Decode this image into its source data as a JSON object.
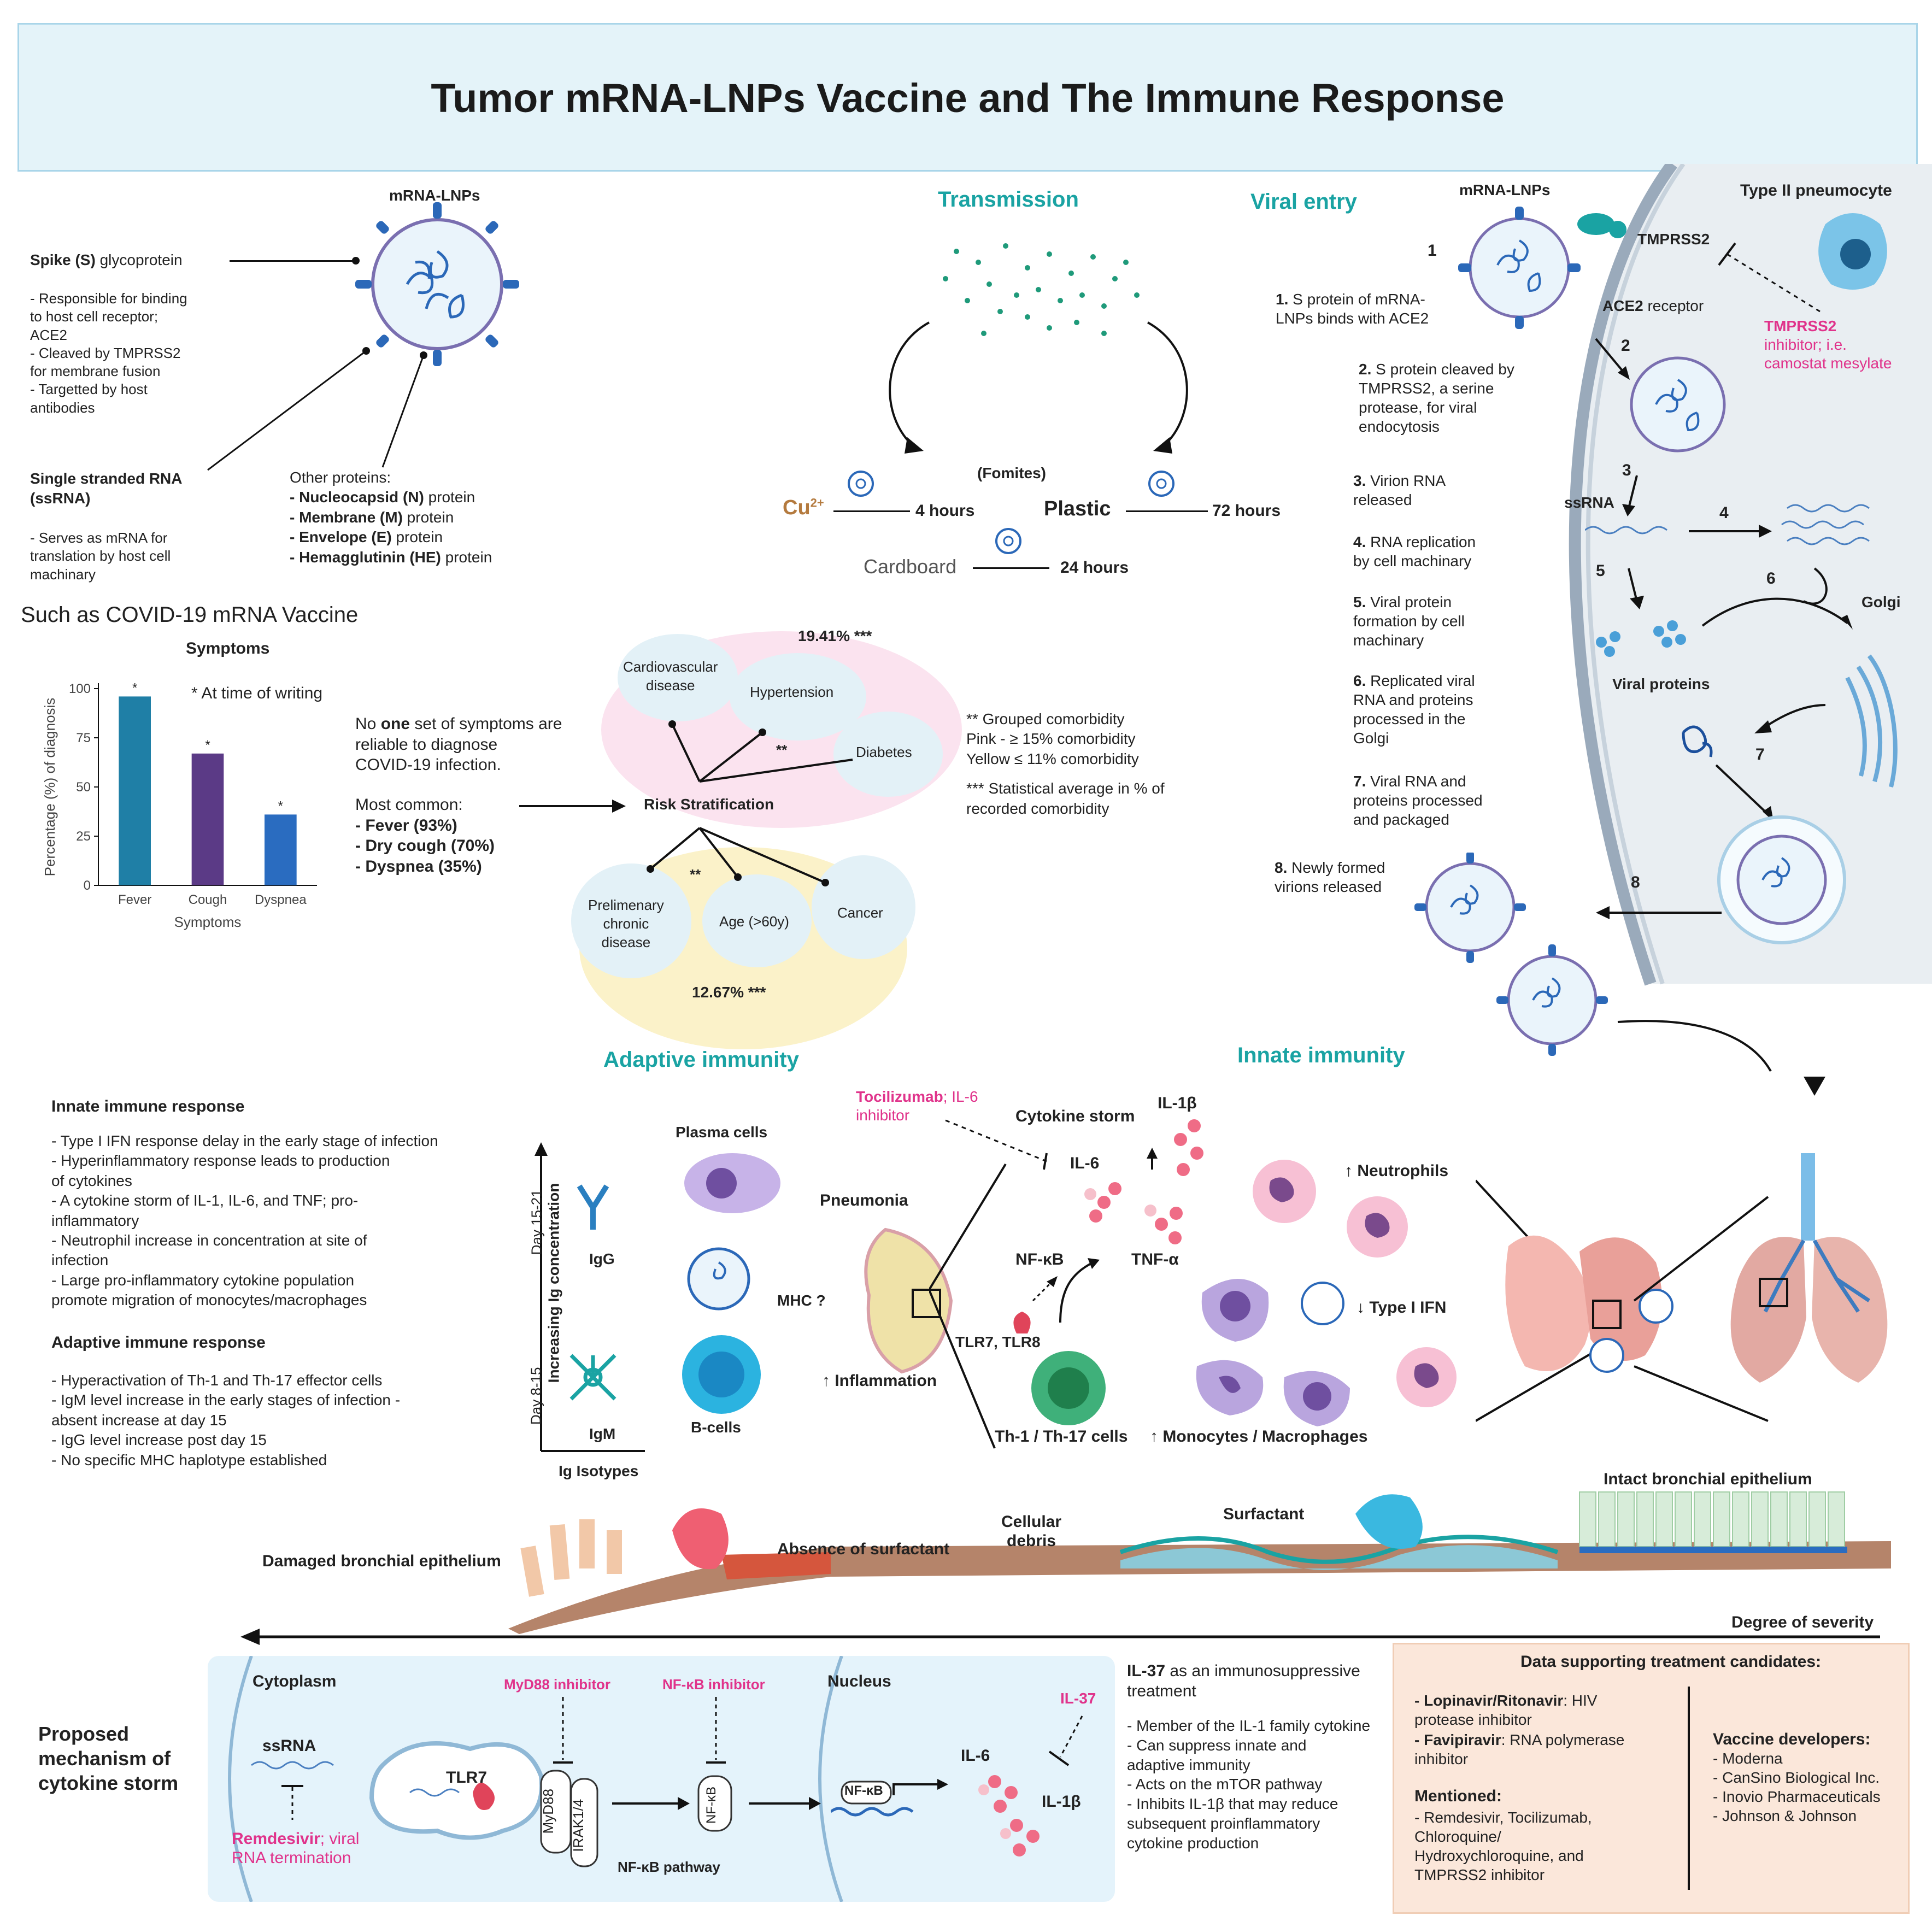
{
  "title": "Tumor mRNA-LNPs Vaccine and The Immune Response",
  "structure": {
    "header": "mRNA-LNPs",
    "spike_label": "Spike (S)",
    "spike_suffix": "glycoprotein",
    "spike_notes": [
      "- Responsible for binding",
      "to host cell receptor;",
      "ACE2",
      "- Cleaved by TMPRSS2",
      "for membrane fusion",
      "- Targetted by host",
      "antibodies"
    ],
    "ssrna_label_1": "Single stranded RNA",
    "ssrna_label_2": "(ssRNA)",
    "ssrna_notes": [
      "- Serves as mRNA for",
      "translation by host cell",
      "machinary"
    ],
    "other_proteins_header": "Other proteins:",
    "other_proteins": [
      {
        "bold": "- Nucleocapsid (N)",
        "rest": " protein"
      },
      {
        "bold": "- Membrane (M)",
        "rest": " protein"
      },
      {
        "bold": "- Envelope (E)",
        "rest": " protein"
      },
      {
        "bold": "- Hemagglutinin (HE)",
        "rest": " protein"
      }
    ]
  },
  "transmission": {
    "heading": "Transmission",
    "fomites": "(Fomites)",
    "cu": "Cu",
    "cu_sup": "2+",
    "cu_time": "4 hours",
    "plastic": "Plastic",
    "plastic_time": "72 hours",
    "cardboard": "Cardboard",
    "cardboard_time": "24 hours"
  },
  "covid_section": {
    "heading": "Such as COVID-19 mRNA Vaccine",
    "note": "* At time of writing",
    "symptom_text": [
      "No",
      "one",
      "set of symptoms are",
      "reliable to diagnose",
      "COVID-19 infection."
    ],
    "most_common": "Most common:",
    "common_list": [
      "- Fever (93%)",
      "- Dry cough (70%)",
      "- Dyspnea (35%)"
    ]
  },
  "chart_data": {
    "type": "bar",
    "title": "Symptoms",
    "xlabel": "Symptoms",
    "ylabel": "Percentage (%) of diagnosis",
    "categories": [
      "Fever",
      "Cough",
      "Dyspnea"
    ],
    "values": [
      96,
      67,
      36
    ],
    "markers": [
      "*",
      "*",
      "*"
    ],
    "ylim": [
      0,
      100
    ],
    "yticks": [
      0,
      25,
      50,
      75,
      100
    ],
    "colors": [
      "#1f7fa6",
      "#5b3a86",
      "#2a6cc0"
    ]
  },
  "risk": {
    "center": "Risk Stratification",
    "top_pct": "19.41% ***",
    "bottom_pct": "12.67% ***",
    "top_items": [
      "Cardiovascular",
      "disease",
      "Hypertension",
      "Diabetes"
    ],
    "bottom_items": [
      "Prelimenary",
      "chronic",
      "disease",
      "Age (>60y)",
      "Cancer"
    ],
    "stars": "**",
    "legend": [
      "** Grouped comorbidity",
      "Pink - ≥ 15% comorbidity",
      "Yellow ≤ 11% comorbidity",
      "*** Statistical average in % of",
      "recorded comorbidity"
    ],
    "pink": "#fbe3ef",
    "yellow": "#fbf2c9",
    "bubble": "#e3f1f7"
  },
  "viral_entry": {
    "heading": "Viral entry",
    "lnp_label": "mRNA-LNPs",
    "cell_label": "Type II pneumocyte",
    "tmprss2": "TMPRSS2",
    "ace2": "ACE2",
    "ace2_rest": " receptor",
    "inhibitor_bold": "TMPRSS2",
    "inhibitor_rest": [
      "inhibitor; i.e.",
      "camostat mesylate"
    ],
    "ssrna": "ssRNA",
    "golgi": "Golgi",
    "viral_proteins": "Viral proteins",
    "numbers": [
      "1",
      "2",
      "3",
      "4",
      "5",
      "6",
      "7",
      "8"
    ],
    "steps": [
      [
        "1.",
        " S protein of mRNA-",
        "LNPs binds with ACE2"
      ],
      [
        "2.",
        " S protein cleaved by",
        "TMPRSS2, a serine",
        "protease, for viral",
        "endocytosis"
      ],
      [
        "3.",
        " Virion RNA",
        "released"
      ],
      [
        "4.",
        " RNA replication",
        "by cell machinary"
      ],
      [
        "5.",
        " Viral protein",
        "formation by cell",
        "machinary"
      ],
      [
        "6.",
        " Replicated viral",
        "RNA and proteins",
        "processed in the",
        "Golgi"
      ],
      [
        "7.",
        " Viral RNA and",
        "proteins processed",
        "and packaged"
      ],
      [
        "8.",
        " Newly formed",
        "virions released"
      ]
    ]
  },
  "immunity": {
    "adaptive_heading": "Adaptive immunity",
    "innate_heading": "Innate immunity",
    "innate_response_title": "Innate immune response",
    "innate_response": [
      "- Type I IFN response delay in the early stage of infection",
      "- Hyperinflammatory response leads to production",
      "of cytokines",
      "- A cytokine storm of IL-1, IL-6, and TNF; pro-",
      "inflammatory",
      "- Neutrophil increase in concentration at site of",
      "infection",
      "- Large pro-inflammatory cytokine population",
      "promote migration of monocytes/macrophages"
    ],
    "adaptive_response_title": "Adaptive immune response",
    "adaptive_response": [
      "- Hyperactivation of Th-1 and Th-17 effector cells",
      "- IgM level increase in the early stages of infection -",
      "absent increase at day 15",
      "- IgG level increase post day 15",
      "- No specific MHC haplotype established"
    ],
    "ig_axis": "Increasing Ig concentration",
    "day_late": "Day 15-21",
    "day_early": "Day 8-15",
    "igg": "IgG",
    "igm": "IgM",
    "ig_isotypes": "Ig Isotypes",
    "plasma": "Plasma cells",
    "mhc": "MHC ?",
    "bcells": "B-cells",
    "pneumonia": "Pneumonia",
    "inflammation": "Inflammation",
    "tocilizumab": "Tocilizumab",
    "toci_rest": [
      "; IL-6",
      "inhibitor"
    ],
    "cytokine_storm": "Cytokine storm",
    "il6": "IL-6",
    "il1b": "IL-1β",
    "tnfa": "TNF-α",
    "nfkb": "NF-κB",
    "tlr": "TLR7, TLR8",
    "th": "Th-1 / Th-17 cells",
    "neutrophils": "Neutrophils",
    "type1ifn": "Type I IFN",
    "monocytes": "Monocytes / Macrophages",
    "damaged": "Damaged bronchial epithelium",
    "absence": "Absence of surfactant",
    "debris": [
      "Cellular",
      "debris"
    ],
    "surfactant": "Surfactant",
    "intact": "Intact bronchial epithelium",
    "severity": "Degree of severity"
  },
  "mechanism": {
    "label": [
      "Proposed",
      "mechanism of",
      "cytokine storm"
    ],
    "cytoplasm": "Cytoplasm",
    "nucleus": "Nucleus",
    "ssrna": "ssRNA",
    "remdesivir": "Remdesivir",
    "remdesivir_rest": [
      "; viral",
      "RNA termination"
    ],
    "tlr7": "TLR7",
    "myd88": "MyD88",
    "irak": "IRAK1/4",
    "myd88_inhib": "MyD88 inhibitor",
    "nfkb_inhib": "NF-κB inhibitor",
    "nfkb": "NF-κB",
    "pathway": "NF-κB pathway",
    "il37": "IL-37",
    "il6": "IL-6",
    "il1b": "IL-1β"
  },
  "il37_note": {
    "head_bold": "IL-37",
    "head_rest": " as an immunosuppressive",
    "head2": "treatment",
    "items": [
      "- Member of the IL-1 family cytokine",
      "- Can suppress innate and",
      "adaptive immunity",
      "- Acts on the mTOR pathway",
      "- Inhibits IL-1β that may reduce",
      "subsequent proinflammatory",
      "cytokine production"
    ]
  },
  "treatment": {
    "title": "Data supporting treatment candidates:",
    "lopinavir": "- Lopinavir/Ritonavir",
    "lopinavir_rest": [
      ": HIV",
      "protease inhibitor"
    ],
    "favipiravir": "- Favipiravir",
    "favipiravir_rest": [
      ": RNA polymerase",
      "inhibitor"
    ],
    "mentioned": "Mentioned:",
    "mentioned_list": [
      "-  Remdesivir, Tocilizumab,",
      "Chloroquine/",
      "Hydroxychloroquine, and",
      "TMPRSS2 inhibitor"
    ],
    "vaccine_header": "Vaccine developers:",
    "vaccine_list": [
      "- Moderna",
      "- CanSino Biological Inc.",
      "- Inovio Pharmaceuticals",
      "- Johnson & Johnson"
    ]
  }
}
